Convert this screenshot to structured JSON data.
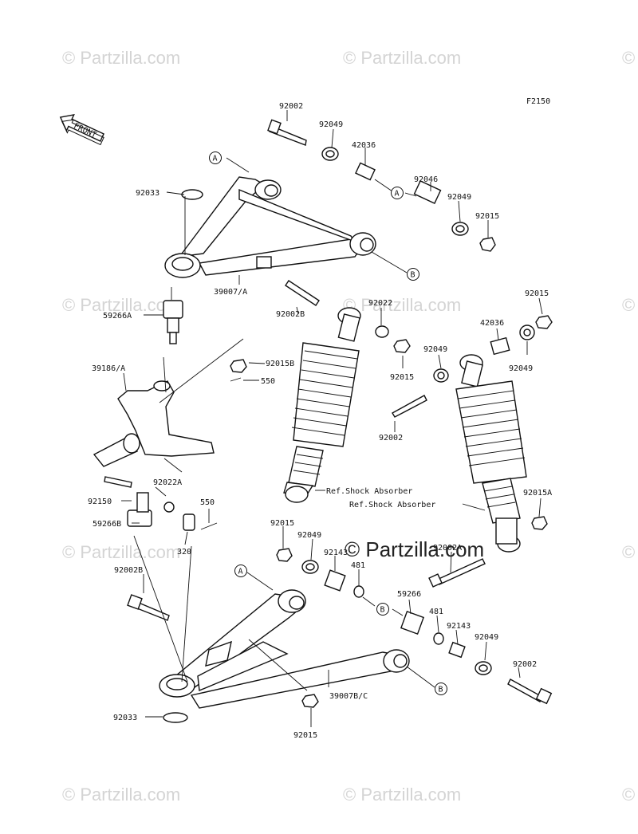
{
  "figure_code": "F2150",
  "front_label": "FRONT",
  "watermark": "© Partzilla.com",
  "center_watermark": "© Partzilla.com",
  "refs": {
    "a": "A",
    "b": "B"
  },
  "labels": {
    "p92002_top": "92002",
    "p92049_top": "92049",
    "p42036_top": "42036",
    "p92046": "92046",
    "p92049_r": "92049",
    "p92015_r": "92015",
    "p92033_top": "92033",
    "p39007a": "39007/A",
    "p92002b_mid": "92002B",
    "p92022": "92022",
    "p92015_top_right": "92015",
    "p42036_r": "42036",
    "p92049_rr": "92049",
    "p92015_mid": "92015",
    "p92049_mid": "92049",
    "p59266a": "59266A",
    "p39186a": "39186/A",
    "p92015b": "92015B",
    "p550_top": "550",
    "p92002_mid": "92002",
    "p92150": "92150",
    "p92022a": "92022A",
    "p550_low": "550",
    "p59266b": "59266B",
    "p320": "320",
    "ref_shock1": "Ref.Shock Absorber",
    "ref_shock2": "Ref.Shock Absorber",
    "p92015a": "92015A",
    "p92015_low": "92015",
    "p92049_low": "92049",
    "p92143_a": "92143",
    "p92002a": "92002A",
    "p481_a": "481",
    "p59266": "59266",
    "p481_b": "481",
    "p92143_b": "92143",
    "p92049_low_r": "92049",
    "p92002b_low": "92002B",
    "p92002_low_r": "92002",
    "p39007bc": "39007B/C",
    "p92033_low": "92033",
    "p92015_bottom": "92015"
  }
}
